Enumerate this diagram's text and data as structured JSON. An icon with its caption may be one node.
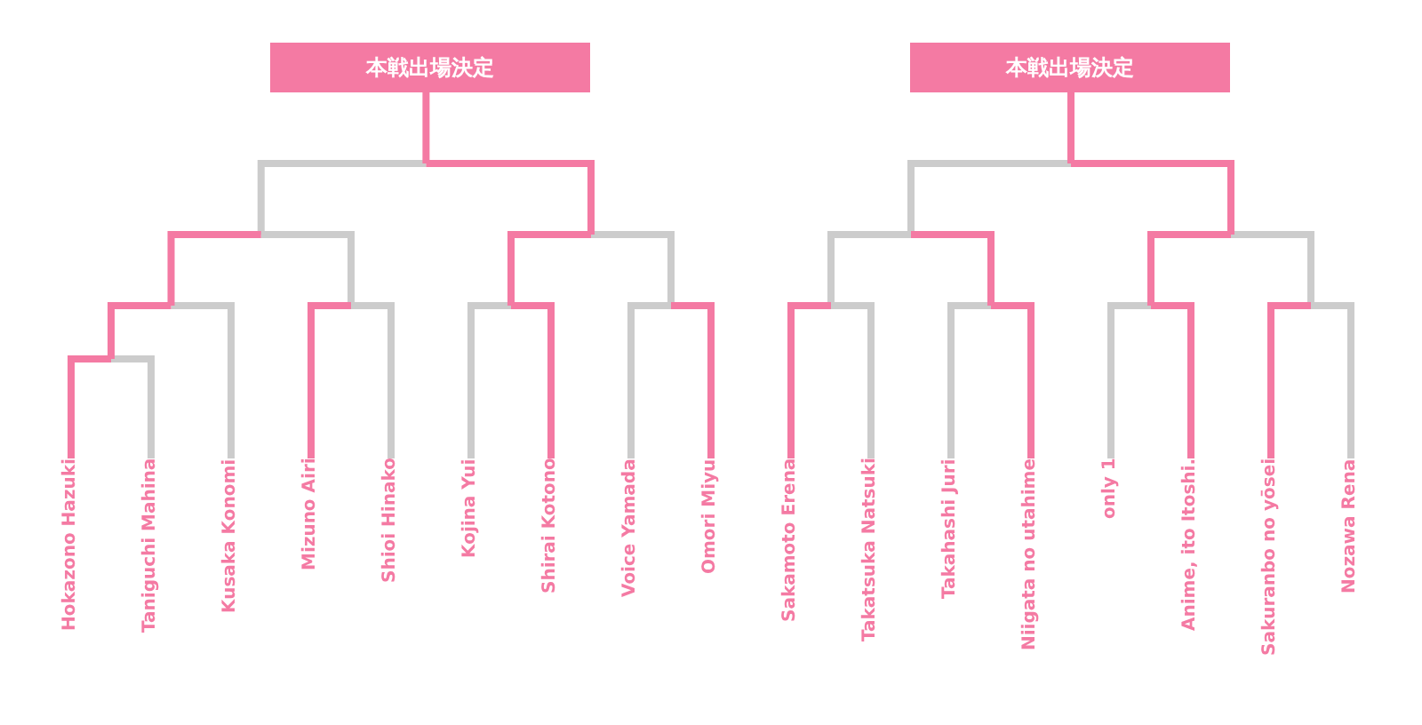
{
  "diagram": {
    "nodes": [
      {
        "text": [
          "本戦出場決定"
        ]
      },
      {
        "text": [
          "Hokazono Hazuki"
        ]
      },
      {
        "text": [
          "Taniguchi Mahina"
        ]
      },
      {
        "text": [
          "Kusaka Konomi"
        ]
      },
      {
        "text": [
          "Mizuno Airi"
        ]
      },
      {
        "text": [
          "Shioi Hinako"
        ]
      },
      {
        "text": [
          "Kojina Yui"
        ]
      },
      {
        "text": [
          "Shirai Kotono"
        ]
      },
      {
        "text": [
          "Voice Yamada"
        ]
      },
      {
        "text": [
          "Omori Miyu"
        ]
      },
      {
        "text": [
          "本戦出場決定"
        ]
      },
      {
        "text": [
          "Sakamoto Erena"
        ]
      },
      {
        "text": [
          "Takatsuka Natsuki"
        ]
      },
      {
        "text": [
          "Takahashi Juri"
        ]
      },
      {
        "text": [
          "Niigata no utahime"
        ]
      },
      {
        "text": [
          "only 1"
        ]
      },
      {
        "text": [
          "Anime, ito Itoshi."
        ]
      },
      {
        "text": [
          "Sakuranbo no yōsei"
        ]
      },
      {
        "text": [
          "Nozawa Rena"
        ]
      }
    ],
    "edges": [
      {
        "from": 1,
        "to": 0,
        "arrow": "none"
      },
      {
        "from": 2,
        "to": 0,
        "arrow": "none"
      },
      {
        "from": 3,
        "to": 0,
        "arrow": "none"
      },
      {
        "from": 4,
        "to": 0,
        "arrow": "none"
      },
      {
        "from": 5,
        "to": 0,
        "arrow": "none"
      },
      {
        "from": 6,
        "to": 0,
        "arrow": "none"
      },
      {
        "from": 7,
        "to": 0,
        "arrow": "none",
        "color": "#f47aa3"
      },
      {
        "from": 8,
        "to": 0,
        "arrow": "none"
      },
      {
        "from": 9,
        "to": 0,
        "arrow": "none"
      },
      {
        "from": 11,
        "to": 10,
        "arrow": "none"
      },
      {
        "from": 12,
        "to": 10,
        "arrow": "none"
      },
      {
        "from": 13,
        "to": 10,
        "arrow": "none"
      },
      {
        "from": 14,
        "to": 10,
        "arrow": "none"
      },
      {
        "from": 15,
        "to": 10,
        "arrow": "none"
      },
      {
        "from": 16,
        "to": 10,
        "arrow": "none",
        "color": "#f47aa3"
      },
      {
        "from": 17,
        "to": 10,
        "arrow": "none"
      },
      {
        "from": 18,
        "to": 10,
        "arrow": "none"
      }
    ]
  }
}
